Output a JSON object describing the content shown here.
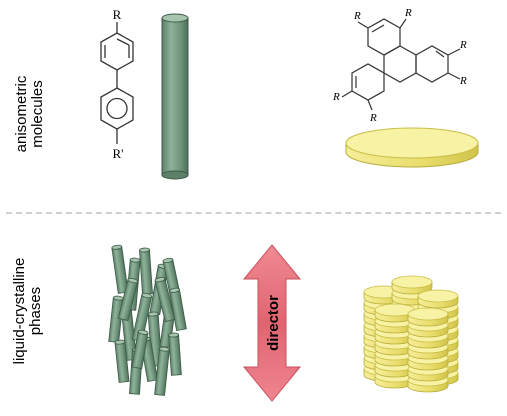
{
  "labels": {
    "top_line1": "anisometric",
    "top_line2": "molecules",
    "bottom_line1": "liquid-crystalline",
    "bottom_line2": "phases"
  },
  "molecule_labels": {
    "biphenyl_top": "R",
    "biphenyl_bottom": "R'",
    "disc_substituent": "R"
  },
  "arrow_label": "director",
  "colors": {
    "rod_green": "#7ea38a",
    "rod_green_dark": "#5a7f67",
    "disc_yellow": "#f4ec8c",
    "disc_yellow_dark": "#d8cc52",
    "arrow_pink": "#e8707a",
    "divider": "#cfcfcf"
  }
}
